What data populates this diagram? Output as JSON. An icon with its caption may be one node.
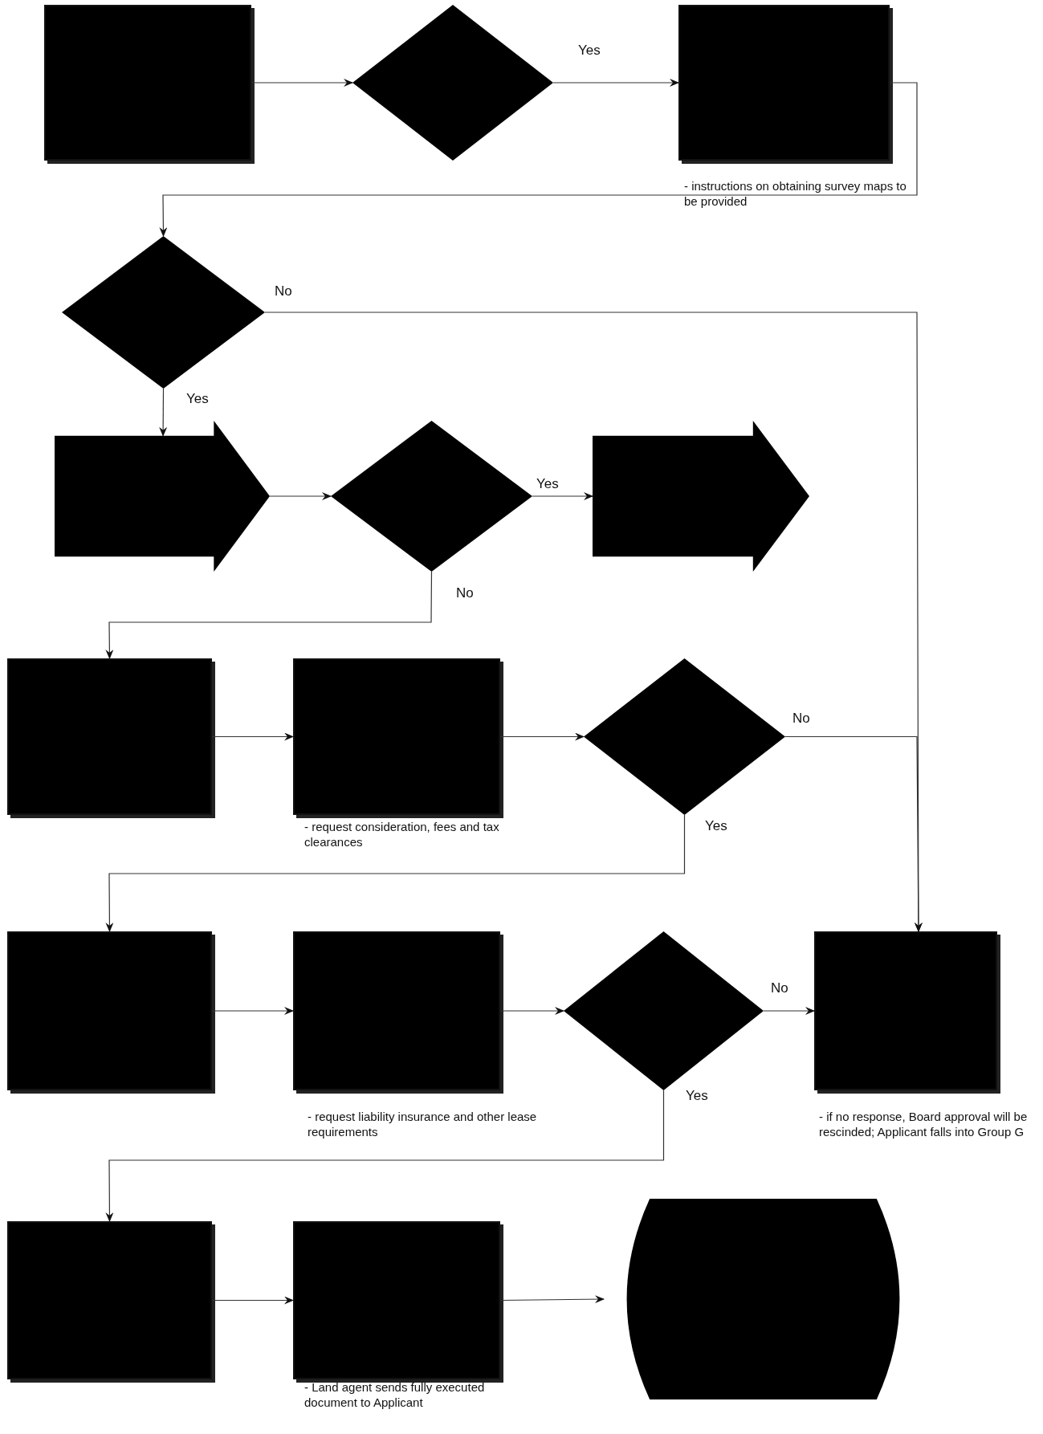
{
  "diagram": {
    "nodes": [
      {
        "text": [],
        "shape": "box"
      },
      {
        "text": [],
        "shape": "diamond"
      },
      {
        "text": [],
        "shape": "box",
        "beside": [
          "- instructions on obtaining survey maps to be provided"
        ]
      },
      {
        "text": [],
        "shape": "diamond"
      },
      {
        "text": [],
        "shape": "pentagon"
      },
      {
        "text": [],
        "shape": "diamond"
      },
      {
        "text": [],
        "shape": "pentagon"
      },
      {
        "text": [],
        "shape": "box"
      },
      {
        "text": [],
        "shape": "box",
        "beside": [
          "- request consideration, fees and tax clearances"
        ]
      },
      {
        "text": [],
        "shape": "diamond"
      },
      {
        "text": [],
        "shape": "box"
      },
      {
        "text": [],
        "shape": "box",
        "beside": [
          "- request liability insurance and other lease requirements"
        ]
      },
      {
        "text": [],
        "shape": "diamond"
      },
      {
        "text": [],
        "shape": "box",
        "beside": [
          "- if no response, Board approval will be rescinded; Applicant falls into Group G"
        ]
      },
      {
        "text": [],
        "shape": "box"
      },
      {
        "text": [],
        "shape": "box",
        "beside": [
          "- Land agent sends fully executed document to Applicant"
        ]
      },
      {
        "text": [],
        "shape": "oval"
      }
    ],
    "edges": [
      {
        "from": 0,
        "to": 1,
        "arrow": "to"
      },
      {
        "from": 1,
        "to": 2,
        "arrow": "to",
        "label": "Yes"
      },
      {
        "from": 2,
        "to": 3,
        "arrow": "to"
      },
      {
        "from": 3,
        "to": 13,
        "arrow": "to",
        "label": "No"
      },
      {
        "from": 3,
        "to": 4,
        "arrow": "to",
        "label": "Yes"
      },
      {
        "from": 4,
        "to": 5,
        "arrow": "to"
      },
      {
        "from": 5,
        "to": 6,
        "arrow": "to",
        "label": "Yes"
      },
      {
        "from": 5,
        "to": 7,
        "arrow": "to",
        "label": "No"
      },
      {
        "from": 7,
        "to": 8,
        "arrow": "to"
      },
      {
        "from": 8,
        "to": 9,
        "arrow": "to"
      },
      {
        "from": 9,
        "to": 13,
        "arrow": "to",
        "label": "No"
      },
      {
        "from": 9,
        "to": 10,
        "arrow": "to",
        "label": "Yes"
      },
      {
        "from": 10,
        "to": 11,
        "arrow": "to"
      },
      {
        "from": 11,
        "to": 12,
        "arrow": "to"
      },
      {
        "from": 12,
        "to": 13,
        "arrow": "to",
        "label": "No"
      },
      {
        "from": 12,
        "to": 14,
        "arrow": "to",
        "label": "Yes"
      },
      {
        "from": 14,
        "to": 15,
        "arrow": "to"
      },
      {
        "from": 15,
        "to": 16,
        "arrow": "to"
      }
    ]
  }
}
